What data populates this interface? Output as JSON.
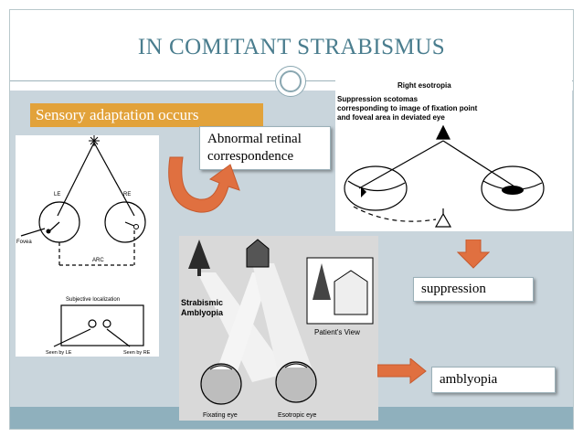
{
  "slide": {
    "title": "IN  COMITANT STRABISMUS"
  },
  "banners": {
    "sensory": "Sensory adaptation occurs"
  },
  "labels": {
    "arc": "Abnormal retinal correspondence",
    "suppression": "suppression",
    "amblyopia": "amblyopia"
  },
  "figure_left": {
    "le": "LE",
    "re": "RE",
    "fovea": "Fovea",
    "arc": "ARC",
    "subjective": "Subjective localization",
    "seen_le": "Seen by LE",
    "seen_re": "Seen by RE"
  },
  "figure_right": {
    "heading": "Right esotropia",
    "line1": "Suppression scotomas",
    "line2": "corresponding to image of fixation point",
    "line3": "and foveal area in deviated eye"
  },
  "figure_bottom": {
    "strabismic": "Strabismic",
    "amblyopia": "Amblyopia",
    "patients_view": "Patient's View",
    "fixating_eye": "Fixating eye",
    "esotropic_eye": "Esotropic eye"
  },
  "colors": {
    "title": "#4a7d8e",
    "accent_orange": "#e2a23a",
    "arrow": "#e07040",
    "content_bg": "#c9d5dc",
    "bottom_bar": "#8fb0bd"
  },
  "icons": [
    "curved-arrow-icon",
    "down-arrow-icon",
    "right-arrow-icon",
    "ring-ornament-icon"
  ]
}
